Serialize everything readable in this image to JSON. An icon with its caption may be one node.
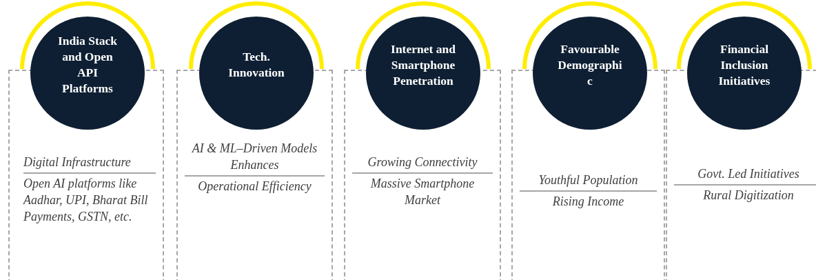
{
  "diagram": {
    "nodes": [
      {
        "text": [
          "India Stack and Open API Platforms"
        ]
      },
      {
        "text": [
          "Digital Infrastructure",
          "Open AI platforms like Aadhar, UPI, Bharat Bill Payments, GSTN, etc."
        ]
      },
      {
        "text": [
          "Tech. Innovation"
        ]
      },
      {
        "text": [
          "AI & ML–Driven Models Enhances",
          "Operational Efficiency"
        ]
      },
      {
        "text": [
          "Internet and Smartphone Penetration"
        ]
      },
      {
        "text": [
          "Growing Connectivity",
          "Massive Smartphone Market"
        ]
      },
      {
        "text": [
          "Favourable Demographic"
        ]
      },
      {
        "text": [
          "Youthful Population",
          "Rising Income"
        ]
      },
      {
        "text": [
          "Financial Inclusion Initiatives"
        ]
      },
      {
        "text": [
          "Govt. Led Initiatives",
          "Rural Digitization"
        ]
      }
    ]
  }
}
